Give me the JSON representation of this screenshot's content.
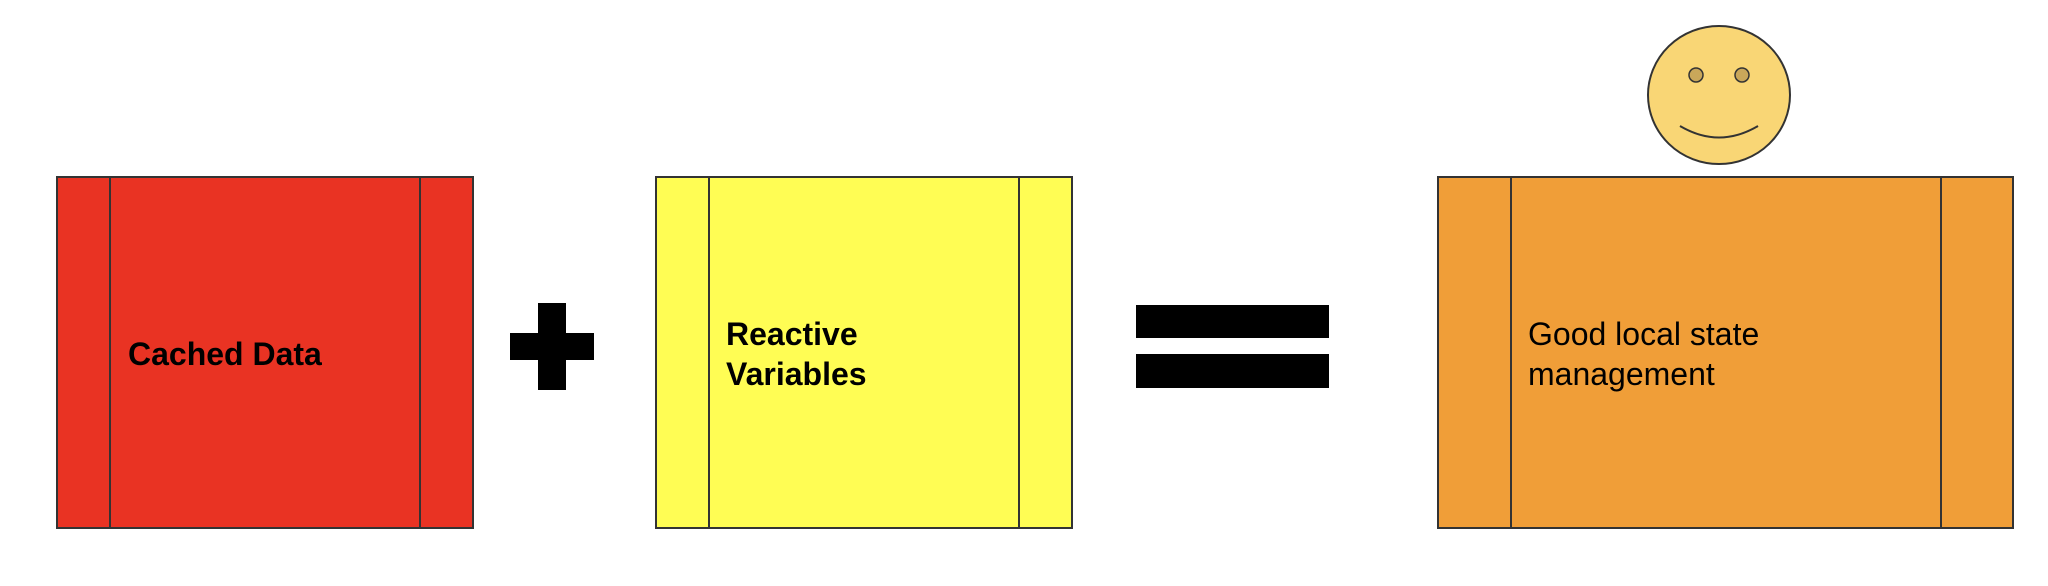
{
  "colors": {
    "cached": "#E93323",
    "reactive": "#FFFD54",
    "good": "#F09E38",
    "smiley": "#F9D675",
    "smiley_eyes": "#C9A75A",
    "outline": "#333333"
  },
  "boxes": {
    "cached": {
      "label": "Cached Data"
    },
    "reactive": {
      "label": "Reactive\nVariables"
    },
    "good": {
      "label": "Good local state\nmanagement"
    }
  },
  "operators": [
    "plus",
    "equals"
  ],
  "icons": {
    "face": "smiley-face-icon"
  }
}
